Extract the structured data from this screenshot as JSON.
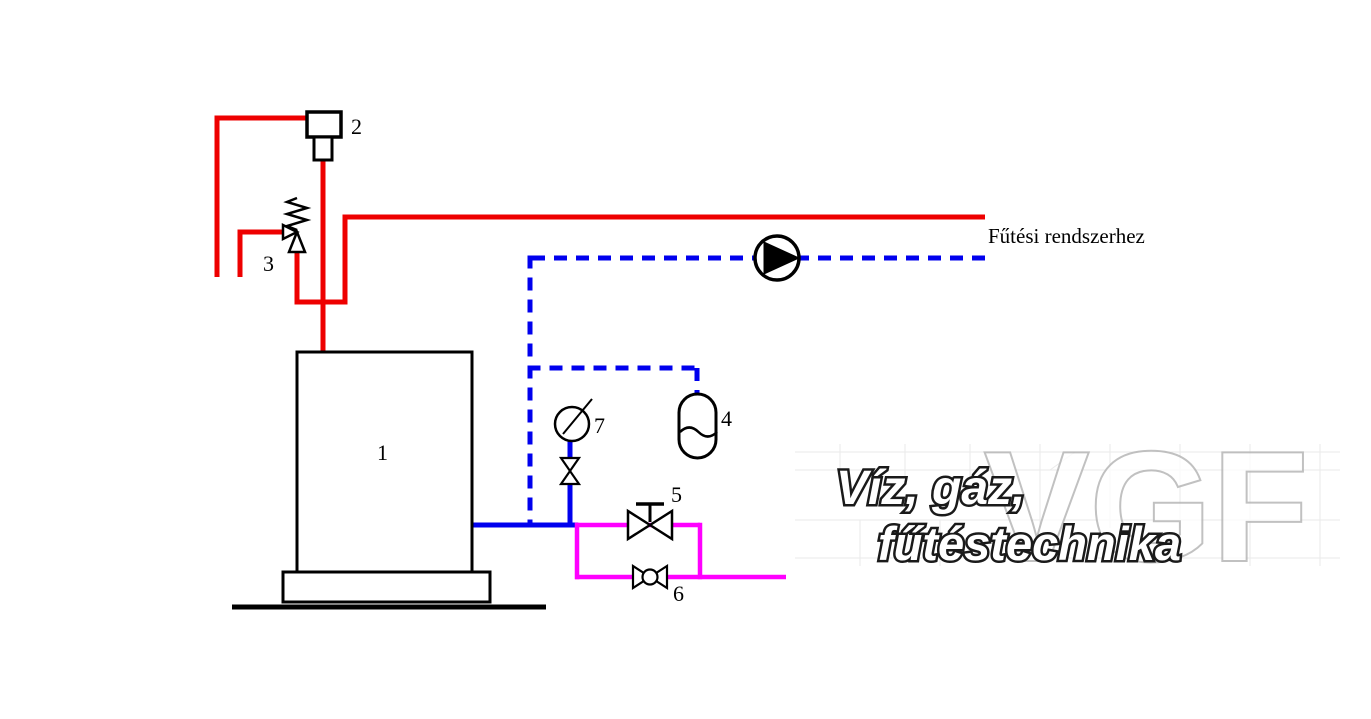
{
  "diagram": {
    "component_labels": {
      "boiler": "1",
      "air_vent": "2",
      "safety_valve": "3",
      "expansion_tank": "4",
      "shutoff_valve": "5",
      "bypass_valve": "6",
      "pressure_gauge": "7"
    },
    "annotations": {
      "to_heating_system": "Fűtési rendszerhez"
    },
    "colors": {
      "supply_pipe": "#ee0000",
      "return_pipe": "#0000ee",
      "bypass_pipe": "#ff00ff",
      "outline": "#000000"
    }
  },
  "watermark": {
    "slogan_line1": "Víz, gáz,",
    "slogan_line2": "fűtéstechnika",
    "monogram": "VGF"
  }
}
